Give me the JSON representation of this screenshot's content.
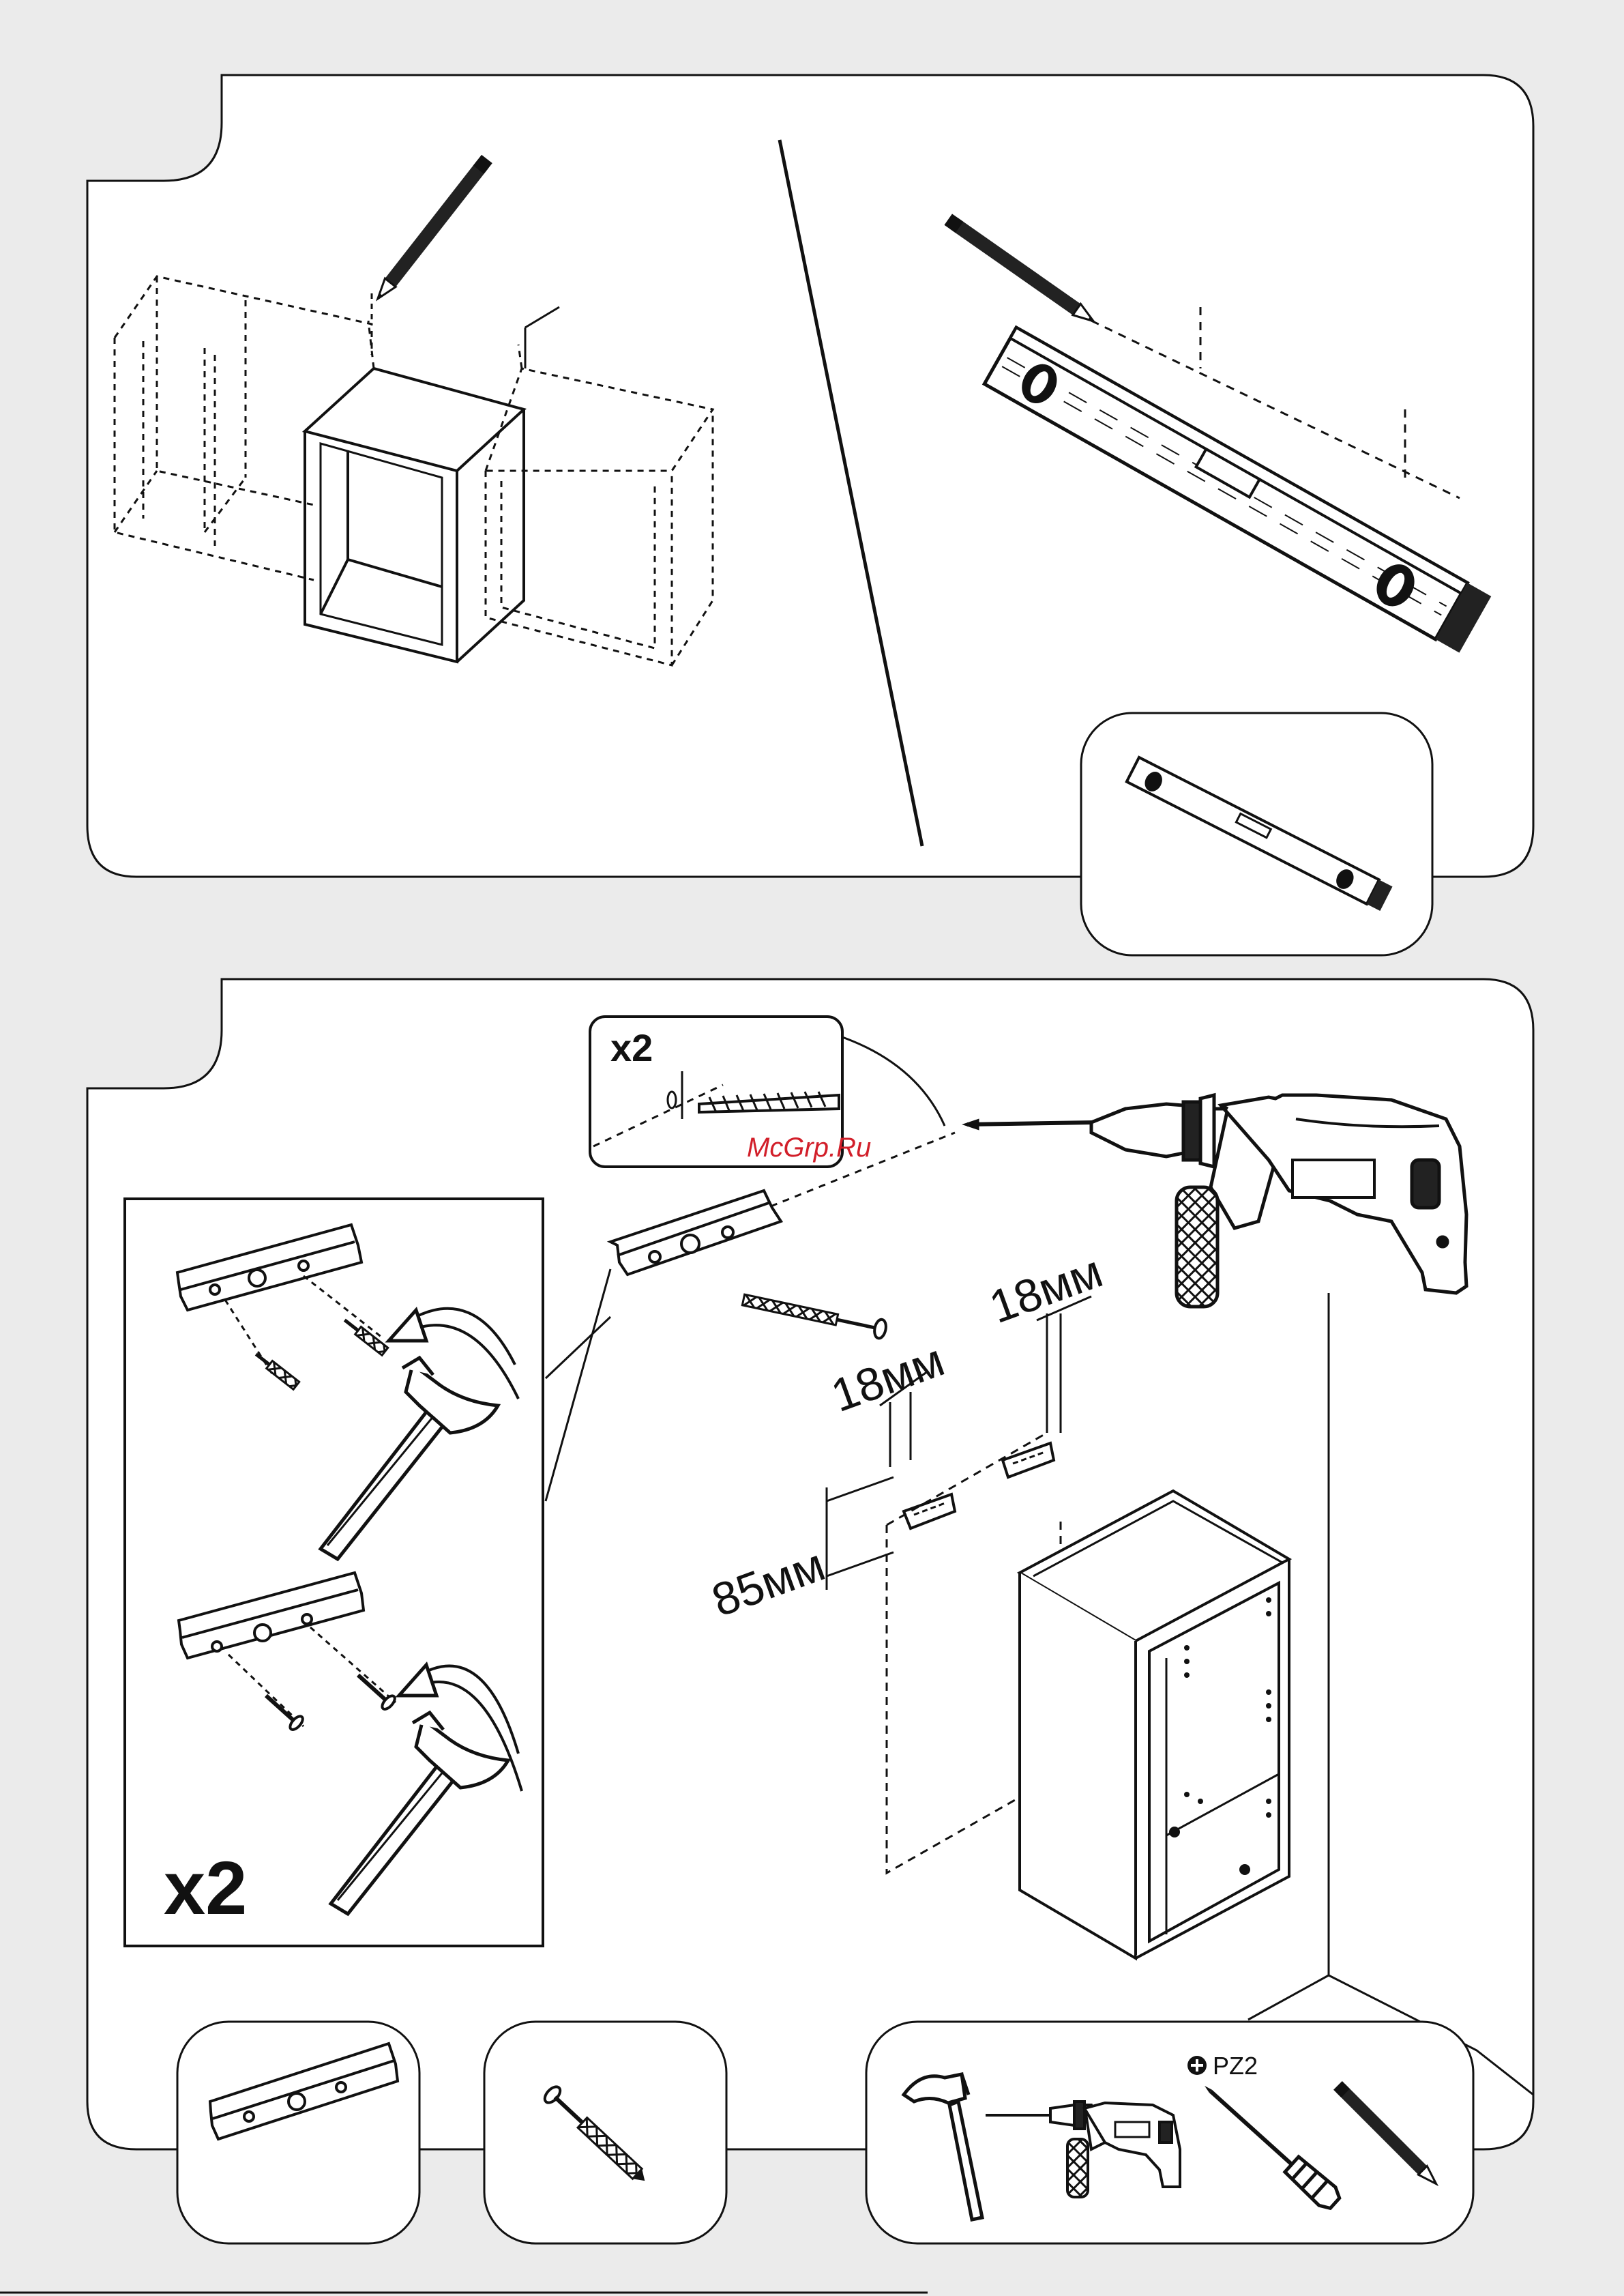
{
  "panel_bottom": {
    "drill_detail": {
      "count_label": "x2"
    },
    "watermark": "McGrp.Ru",
    "dimensions": {
      "upper_left": "18мм",
      "upper_right": "18мм",
      "vertical": "85мм"
    },
    "hammer_inset": {
      "count_label": "x2"
    },
    "tools": {
      "screwdriver_label": "PZ2"
    }
  },
  "colors": {
    "line": "#111111",
    "panel": "#ffffff",
    "background": "#ebebeb",
    "watermark": "#d21f2a"
  }
}
